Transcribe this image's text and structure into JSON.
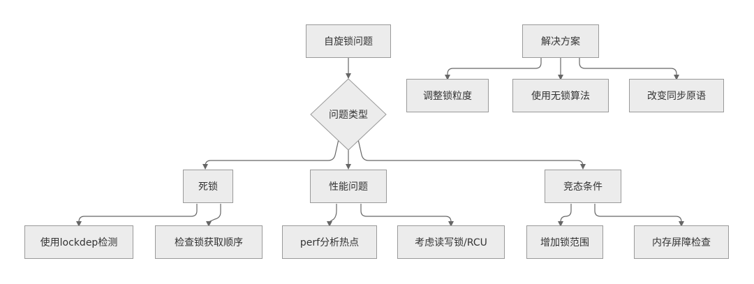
{
  "colors": {
    "node_fill": "#ececec",
    "node_border": "#999999",
    "edge": "#666666",
    "text": "#333333"
  },
  "nodes": {
    "spinlock_problem": "自旋锁问题",
    "solutions": "解决方案",
    "adjust_lock_granularity": "调整锁粒度",
    "use_lockfree_algorithm": "使用无锁算法",
    "change_sync_primitive": "改变同步原语",
    "problem_type": "问题类型",
    "deadlock": "死锁",
    "performance_problem": "性能问题",
    "race_condition": "竞态条件",
    "use_lockdep": "使用lockdep检测",
    "check_lock_order": "检查锁获取顺序",
    "perf_hotspot": "perf分析热点",
    "consider_rwlock_rcu": "考虑读写锁/RCU",
    "expand_lock_scope": "增加锁范围",
    "check_memory_barrier": "内存屏障检查"
  }
}
